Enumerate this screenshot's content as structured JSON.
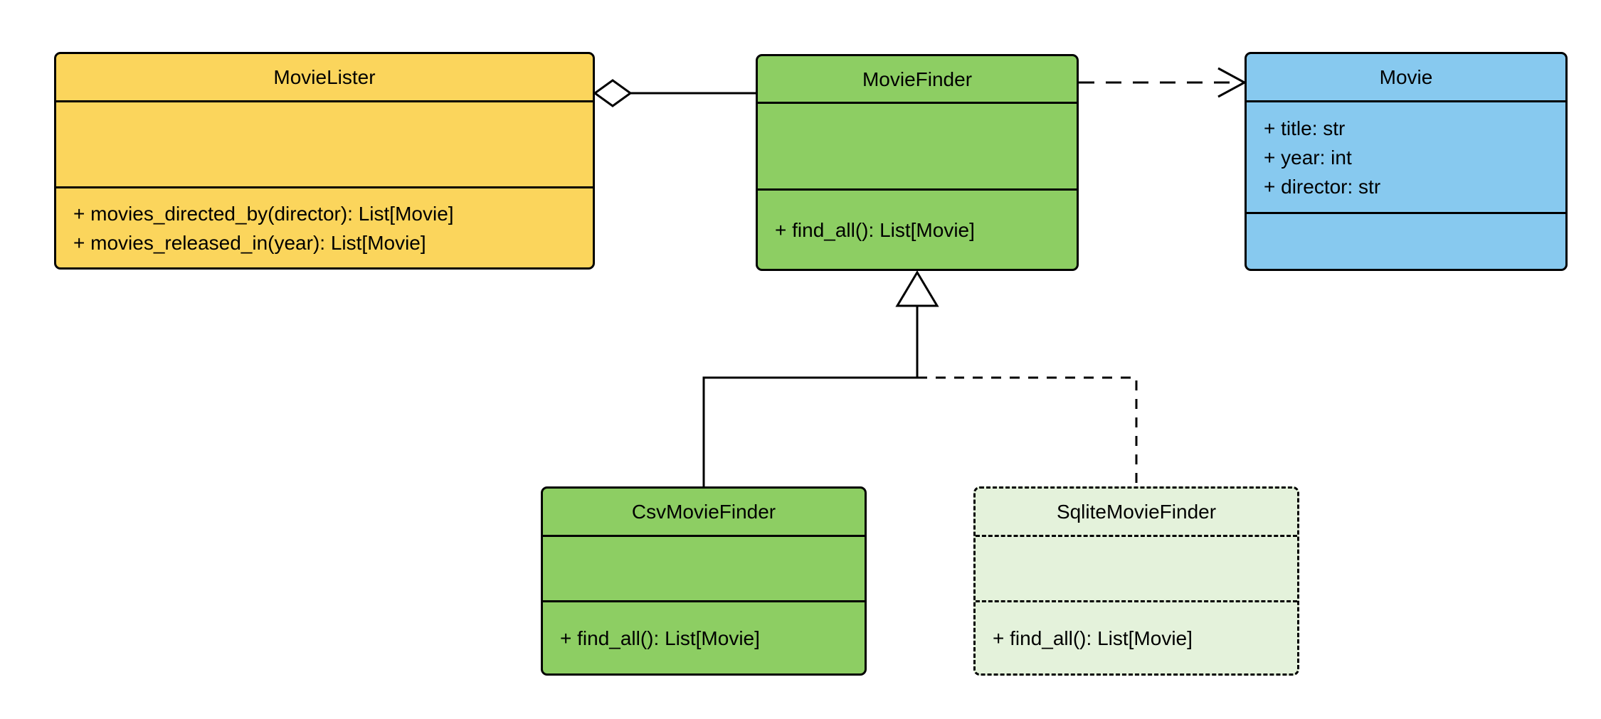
{
  "diagram": {
    "classes": {
      "movieLister": {
        "name": "MovieLister",
        "attributes": [],
        "methods": [
          "+ movies_directed_by(director): List[Movie]",
          "+ movies_released_in(year): List[Movie]"
        ],
        "fill": "#FBD55C"
      },
      "movieFinder": {
        "name": "MovieFinder",
        "attributes": [],
        "methods": [
          "+ find_all(): List[Movie]"
        ],
        "fill": "#8DCE63"
      },
      "movie": {
        "name": "Movie",
        "attributes": [
          "+ title: str",
          "+ year: int",
          "+ director: str"
        ],
        "methods": [],
        "fill": "#87C9EF"
      },
      "csvMovieFinder": {
        "name": "CsvMovieFinder",
        "attributes": [],
        "methods": [
          "+ find_all(): List[Movie]"
        ],
        "fill": "#8DCE63"
      },
      "sqliteMovieFinder": {
        "name": "SqliteMovieFinder",
        "attributes": [],
        "methods": [
          "+ find_all(): List[Movie]"
        ],
        "fill": "#E4F2DB",
        "border_style": "dashed"
      }
    },
    "relationships": [
      {
        "from": "MovieLister",
        "to": "MovieFinder",
        "type": "aggregation",
        "line": "solid",
        "marker": "hollow-diamond"
      },
      {
        "from": "MovieFinder",
        "to": "Movie",
        "type": "dependency",
        "line": "dashed",
        "marker": "open-arrow"
      },
      {
        "from": "CsvMovieFinder",
        "to": "MovieFinder",
        "type": "inheritance",
        "line": "solid",
        "marker": "hollow-triangle"
      },
      {
        "from": "SqliteMovieFinder",
        "to": "MovieFinder",
        "type": "inheritance",
        "line": "dashed",
        "marker": "hollow-triangle"
      }
    ],
    "stroke_color": "#000000",
    "background_color": "#FFFFFF"
  }
}
